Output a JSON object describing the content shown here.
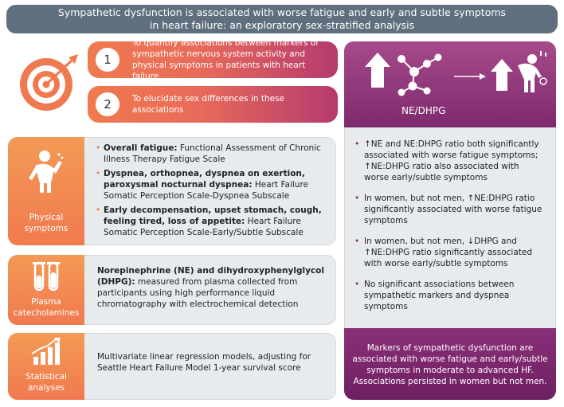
{
  "title": {
    "line1": "Sympathetic dysfunction is associated with worse fatigue and early and subtle symptoms",
    "line2": "in heart failure: an exploratory sex-stratified analysis"
  },
  "aims": [
    {
      "number": "1",
      "text": "To quantify associations between markers of sympathetic nervous system activity and physical symptoms in patients with heart failure"
    },
    {
      "number": "2",
      "text": "To elucidate sex differences in these associations"
    }
  ],
  "physical_symptoms": {
    "label": "Physical symptoms",
    "items": [
      {
        "bold": "Overall fatigue:",
        "rest": " Functional Assessment of Chronic Illness Therapy Fatigue Scale"
      },
      {
        "bold": "Dyspnea, orthopnea, dyspnea on exertion, paroxysmal nocturnal dyspnea:",
        "rest": " Heart Failure Somatic Perception Scale-Dyspnea Subscale"
      },
      {
        "bold": "Early decompensation, upset stomach, cough, feeling tired, loss of appetite:",
        "rest": " Heart Failure Somatic Perception Scale-Early/Subtle Subscale"
      }
    ]
  },
  "plasma": {
    "label": "Plasma catecholamines",
    "bold": "Norepinephrine (NE) and dihydroxyphenylglycol (DHPG):",
    "rest": " measured from plasma collected from participants using high performance liquid chromatography with electrochemical detection"
  },
  "statistical": {
    "label": "Statistical analyses",
    "text": "Multivariate linear regression models, adjusting for Seattle Heart Failure Model 1-year survival score"
  },
  "right_panel": {
    "ne_label": "NE/DHPG",
    "findings": [
      "↑NE and NE:DHPG ratio both significantly associated with worse fatigue symptoms; ↑NE:DHPG ratio also associated with worse early/subtle symptoms",
      "In women, but not men, ↑NE:DHPG ratio significantly associated with worse fatigue symptoms",
      "In women, but not men, ↓DHPG and ↑NE:DHPG ratio significantly associated with worse early/subtle symptoms",
      "No significant associations between sympathetic markers and dyspnea symptoms"
    ],
    "conclusion": "Markers of sympathetic dysfunction are associated with worse fatigue and early/subtle symptoms in moderate to advanced HF. Associations persisted in women but not men."
  },
  "colors": {
    "title_bg": "#5f6f7d",
    "orange": "#f07a4f",
    "purple": "#7e2a6e",
    "panel_gray": "#e8ebee"
  }
}
